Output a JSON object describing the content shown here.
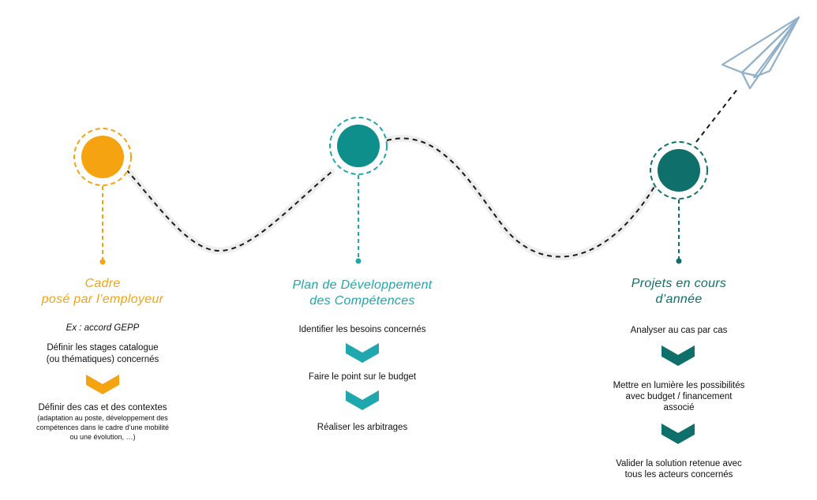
{
  "colors": {
    "orange": "#f5a311",
    "teal_light": "#1fa7ae",
    "teal_mid": "#0f8f8c",
    "teal_dark": "#0f6f6a",
    "path": "#1a1a1a",
    "plane": "#8fb0c8"
  },
  "icons": [
    "paper-plane-icon",
    "chevron-down-icon"
  ],
  "columns": [
    {
      "title_line1": "Cadre",
      "title_line2": "posé par l’employeur",
      "example": "Ex : accord GEPP",
      "step1_line1": "Définir les stages catalogue",
      "step1_line2": "(ou thématiques)  concernés",
      "step2_title": "Définir des cas et des contextes",
      "step2_detail1": "(adaptation au poste, développement  des",
      "step2_detail2": "compétences dans le cadre d’une mobilité",
      "step2_detail3": "ou une évolution,  …)"
    },
    {
      "title_line1": "Plan de Développement",
      "title_line2": "des Compétences",
      "step1": "Identifier les besoins concernés",
      "step2": "Faire le point sur le budget",
      "step3": "Réaliser les arbitrages"
    },
    {
      "title_line1": "Projets en cours",
      "title_line2": "d’année",
      "step1": "Analyser au cas par cas",
      "step2_line1": "Mettre en lumière  les possibilités",
      "step2_line2": "avec budget  / financement",
      "step2_line3": "associé",
      "step3_line1": "Valider la solution retenue avec",
      "step3_line2": "tous les acteurs concernés"
    }
  ]
}
